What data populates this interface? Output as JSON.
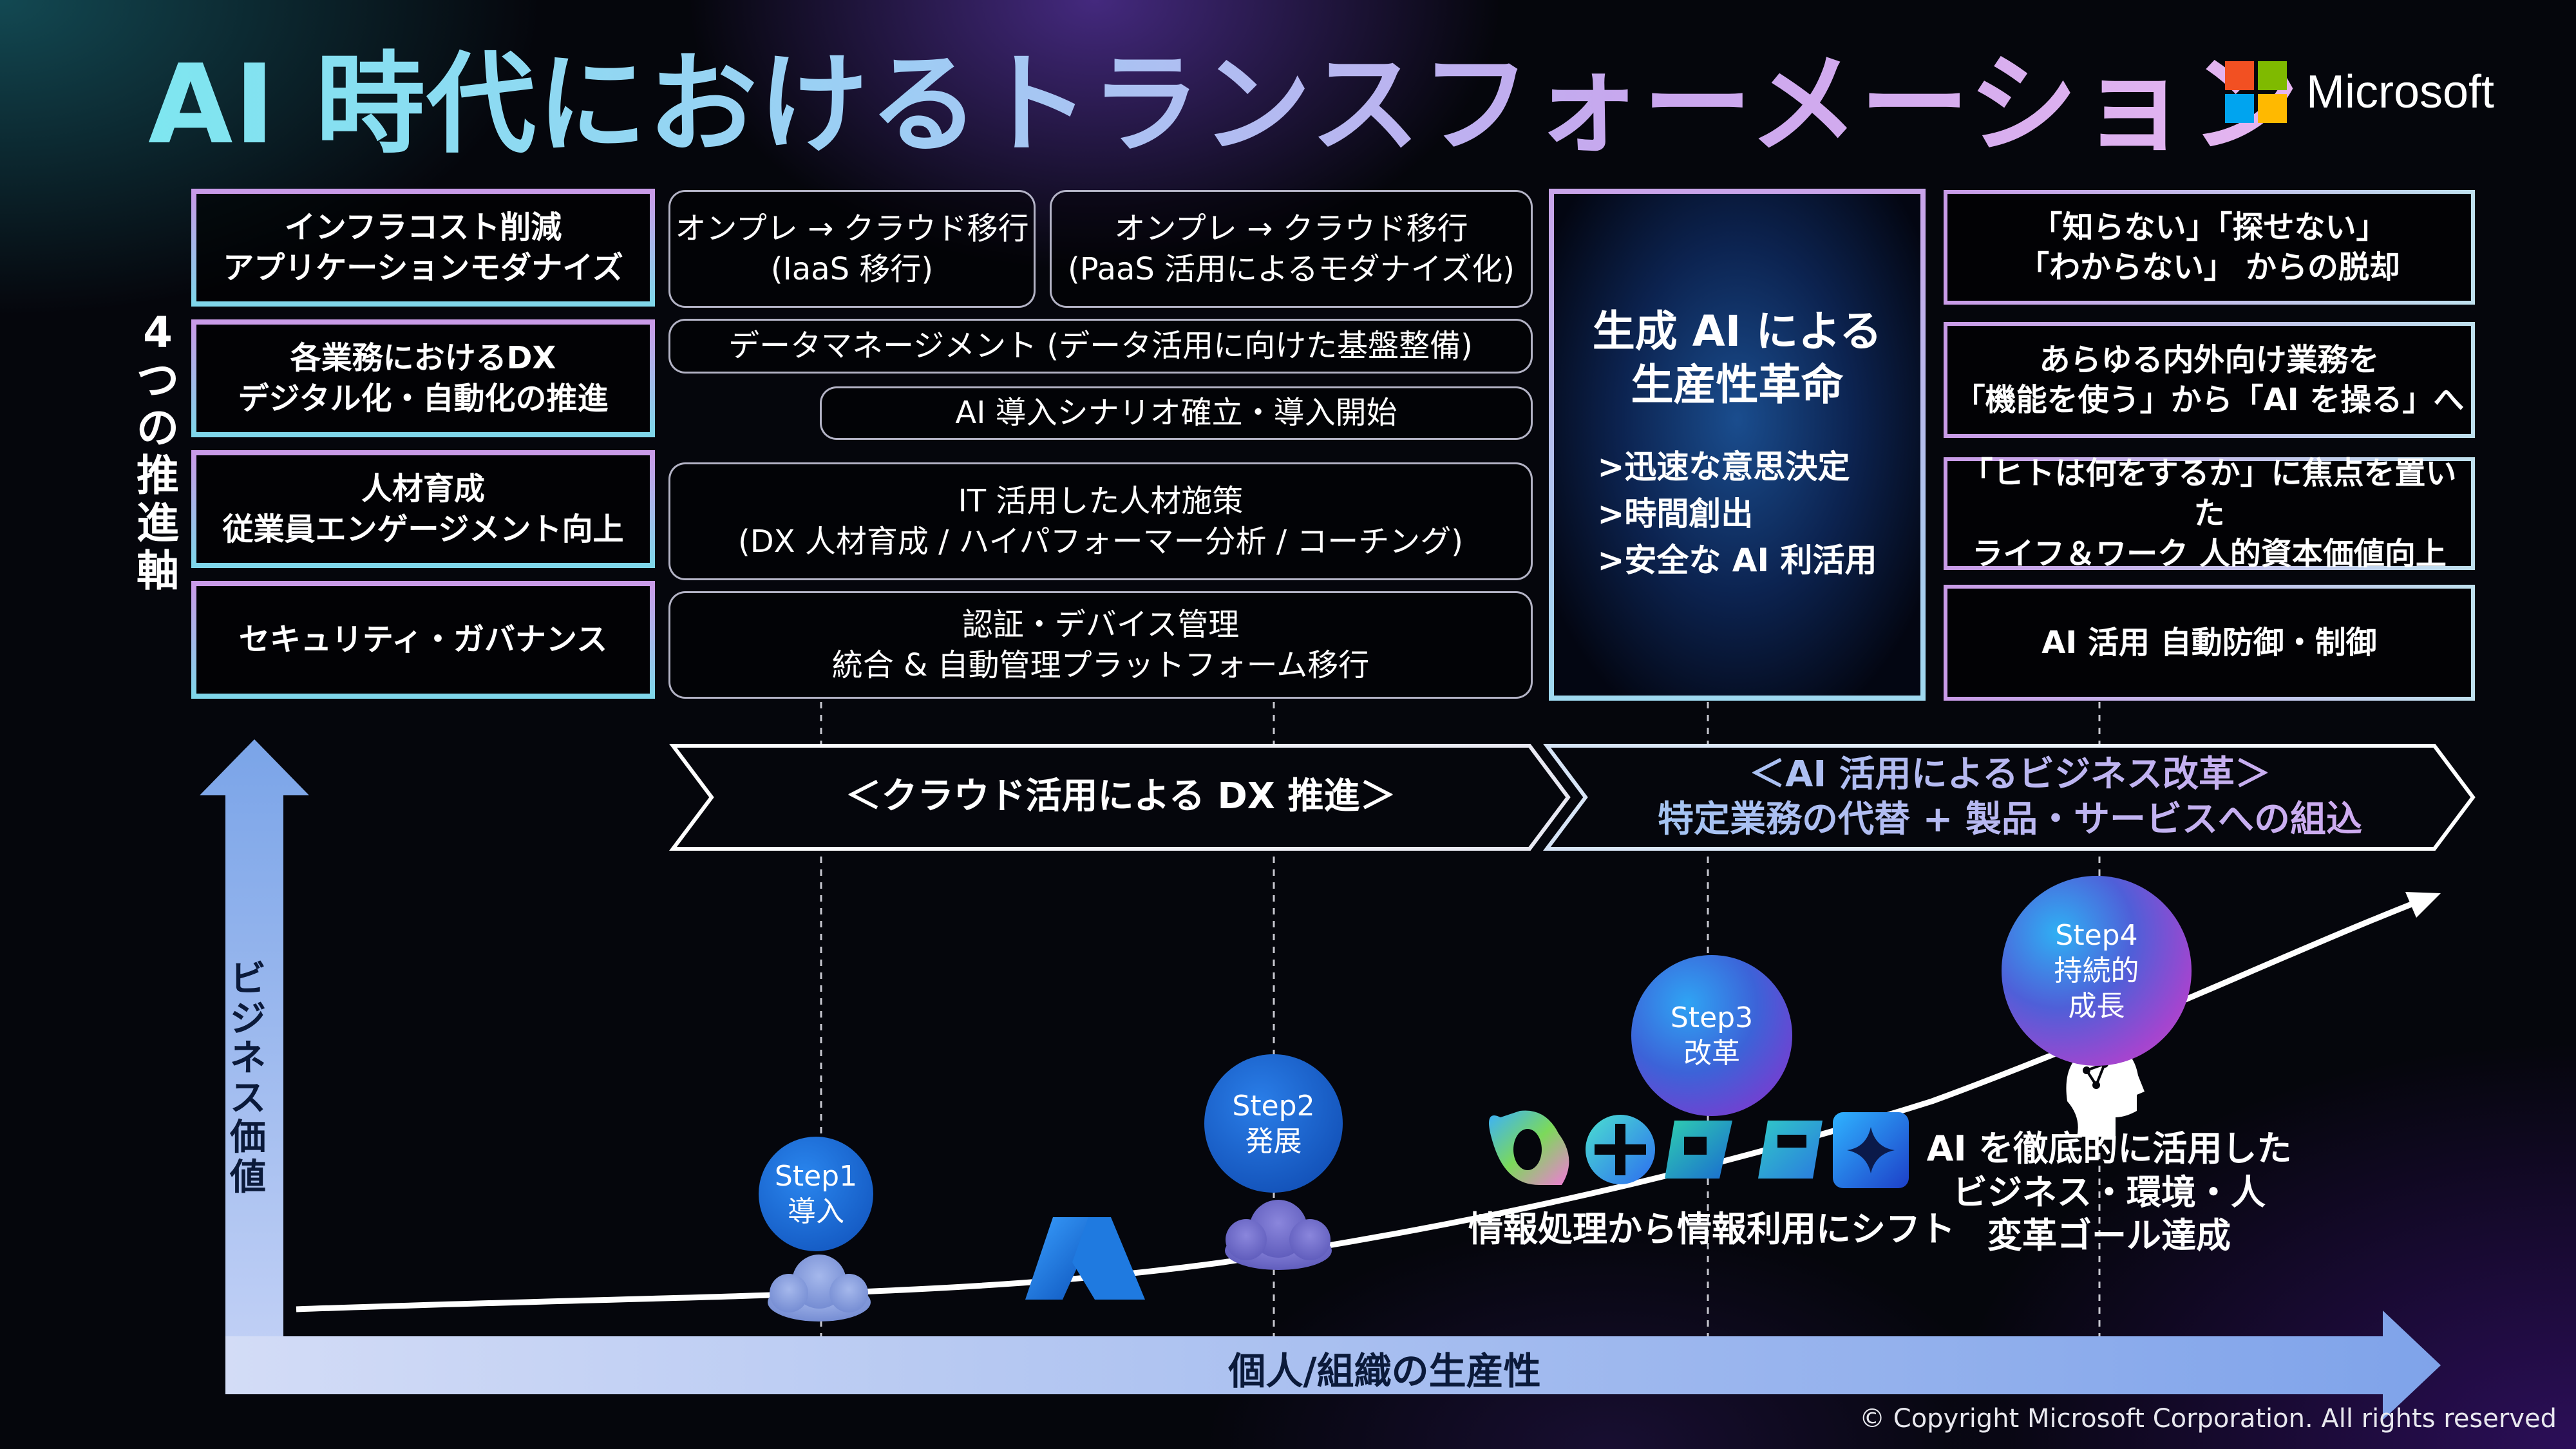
{
  "title": "AI 時代におけるトランスフォーメーション",
  "brand": {
    "name": "Microsoft",
    "colors": [
      "#f25022",
      "#7fba00",
      "#00a4ef",
      "#ffb900"
    ]
  },
  "vertical_label": [
    "4",
    "つ",
    "の",
    "推",
    "進",
    "軸"
  ],
  "axes": {
    "y_label": [
      "ビ",
      "ジ",
      "ネ",
      "ス",
      "価",
      "値"
    ],
    "x_label": "個人/組織の生産性"
  },
  "pillars": [
    {
      "line1": "インフラコスト削減",
      "line2": "アプリケーションモダナイズ"
    },
    {
      "line1": "各業務におけるDX",
      "line2": "デジタル化・自動化の推進"
    },
    {
      "line1": "人材育成",
      "line2": "従業員エンゲージメント向上"
    },
    {
      "line1": "セキュリティ・ガバナンス",
      "line2": ""
    }
  ],
  "initiatives": {
    "iaas": {
      "line1": "オンプレ → クラウド移行",
      "line2": "(IaaS 移行)"
    },
    "paas": {
      "line1": "オンプレ → クラウド移行",
      "line2": "(PaaS 活用によるモダナイズ化)"
    },
    "data": "データマネージメント (データ活用に向けた基盤整備)",
    "ai_intro": "AI 導入シナリオ確立・導入開始",
    "talent": {
      "line1": "IT 活用した人材施策",
      "line2": "(DX 人材育成 / ハイパフォーマー分析 / コーチング)"
    },
    "security": {
      "line1": "認証・デバイス管理",
      "line2": "統合 & 自動管理プラットフォーム移行"
    }
  },
  "gen_ai": {
    "title1": "生成 AI による",
    "title2": "生産性革命",
    "items": [
      ">迅速な意思決定",
      ">時間創出",
      ">安全な AI 利活用"
    ]
  },
  "outcomes": [
    {
      "line1": "「知らない」「探せない」",
      "line2": "「わからない」 からの脱却"
    },
    {
      "line1": "あらゆる内外向け業務を",
      "line2": "「機能を使う」から「AI を操る」へ"
    },
    {
      "line1": "「ヒトは何をするか」に焦点を置いた",
      "line2": "ライフ＆ワーク 人的資本価値向上"
    },
    {
      "line1": "AI 活用 自動防御・制御",
      "line2": ""
    }
  ],
  "phases": {
    "cloud": "＜クラウド活用による DX 推進＞",
    "ai_line1": "＜AI 活用によるビジネス改革＞",
    "ai_line2": "特定業務の代替 + 製品・サービスへの組込"
  },
  "steps": [
    {
      "name": "Step1",
      "label": "導入"
    },
    {
      "name": "Step2",
      "label": "発展"
    },
    {
      "name": "Step3",
      "label": "改革"
    },
    {
      "name": "Step4",
      "label1": "持続的",
      "label2": "成長"
    }
  ],
  "captions": {
    "copilot": "情報処理から情報利用にシフト",
    "ai_goal": [
      "AI を徹底的に活用した",
      "ビジネス・環境・人",
      "変革ゴール達成"
    ]
  },
  "copyright": "© Copyright Microsoft Corporation. All rights reserved"
}
